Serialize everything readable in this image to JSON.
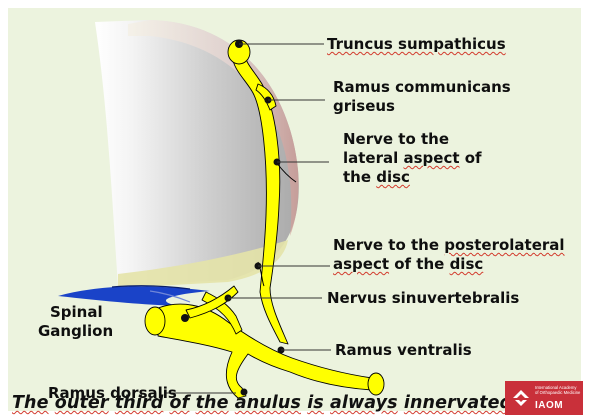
{
  "labels": {
    "truncus": "Truncus sumpathicus",
    "ramus_communicans_1": "Ramus communicans",
    "ramus_communicans_2": "griseus",
    "nerve_lateral_1": "Nerve to the",
    "nerve_lateral_2a": "lateral ",
    "nerve_lateral_2b": "aspect",
    "nerve_lateral_2c": " of",
    "nerve_lateral_3a": "the ",
    "nerve_lateral_3b": "disc",
    "nerve_postero_1a": "Nerve to the ",
    "nerve_postero_1b": "posterolateral",
    "nerve_postero_2a": "aspect",
    "nerve_postero_2b": " of the ",
    "nerve_postero_2c": "disc",
    "sinuvertebralis": "Nervus sinuvertebralis",
    "spinal_1": "Spinal",
    "spinal_2": "Ganglion",
    "ventralis": "Ramus ventralis",
    "dorsalis": "Ramus dorsalis"
  },
  "caption": {
    "w1": "The",
    "w2": "outer",
    "w3": "third",
    "w4": "of",
    "w5": "the",
    "w6": "anulus",
    "w7": "is",
    "w8": "always",
    "w9": "innervated"
  },
  "logo": {
    "small": "International Academy\nof Orthopaedic Medicine",
    "big": "IAOM"
  },
  "colors": {
    "background": "#ecf3de",
    "nerve": "#ffff00",
    "disc": "#c3c3c3",
    "anulus": "#d4a7a0",
    "ligament": "#1a43c8",
    "logo": "#c9303a"
  }
}
